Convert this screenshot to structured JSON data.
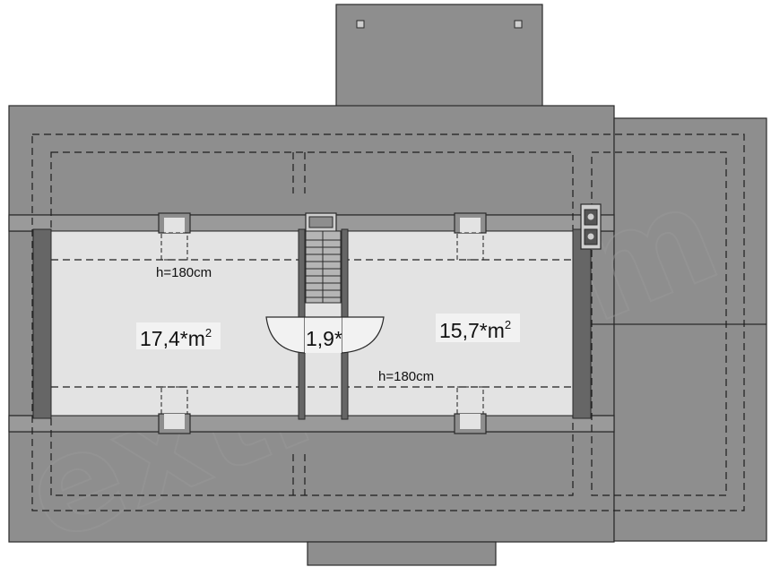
{
  "plan": {
    "rooms": [
      {
        "id": "left-room",
        "area": "17,4*m",
        "unit_sup": "2"
      },
      {
        "id": "stair-hall",
        "area": "1,9*",
        "unit_sup": ""
      },
      {
        "id": "right-room",
        "area": "15,7*m",
        "unit_sup": "2"
      }
    ],
    "height_notes": [
      "h=180cm",
      "h=180cm"
    ],
    "watermark": "extradom"
  },
  "colors": {
    "roof": "#8e8e8e",
    "floor": "#e3e3e3",
    "wall": "#666666",
    "line": "#2a2a2a"
  }
}
